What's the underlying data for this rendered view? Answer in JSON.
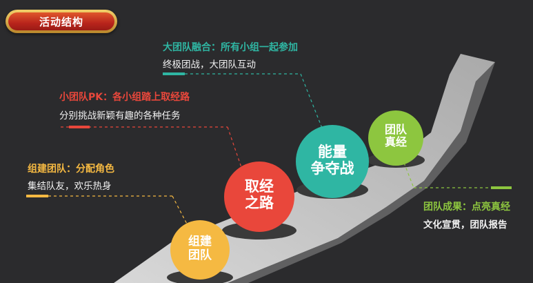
{
  "header": {
    "badge_label": "活动结构"
  },
  "stages": [
    {
      "circle": "组建\n团队",
      "title": "组建团队：分配角色",
      "desc": "集结队友，欢乐热身",
      "color": "#f5b942"
    },
    {
      "circle": "取经\n之路",
      "title": "小团队PK：各小组踏上取经路",
      "desc": "分别挑战新颖有趣的各种任务",
      "color": "#e9473b"
    },
    {
      "circle": "能量\n争夺战",
      "title": "大团队融合：所有小组一起参加",
      "desc": "终极团战，大团队互动",
      "color": "#2fb6a3"
    },
    {
      "circle": "团队\n真经",
      "title": "团队成果：点亮真经",
      "desc": "文化宣贯，团队报告",
      "color": "#8dc63f"
    }
  ]
}
